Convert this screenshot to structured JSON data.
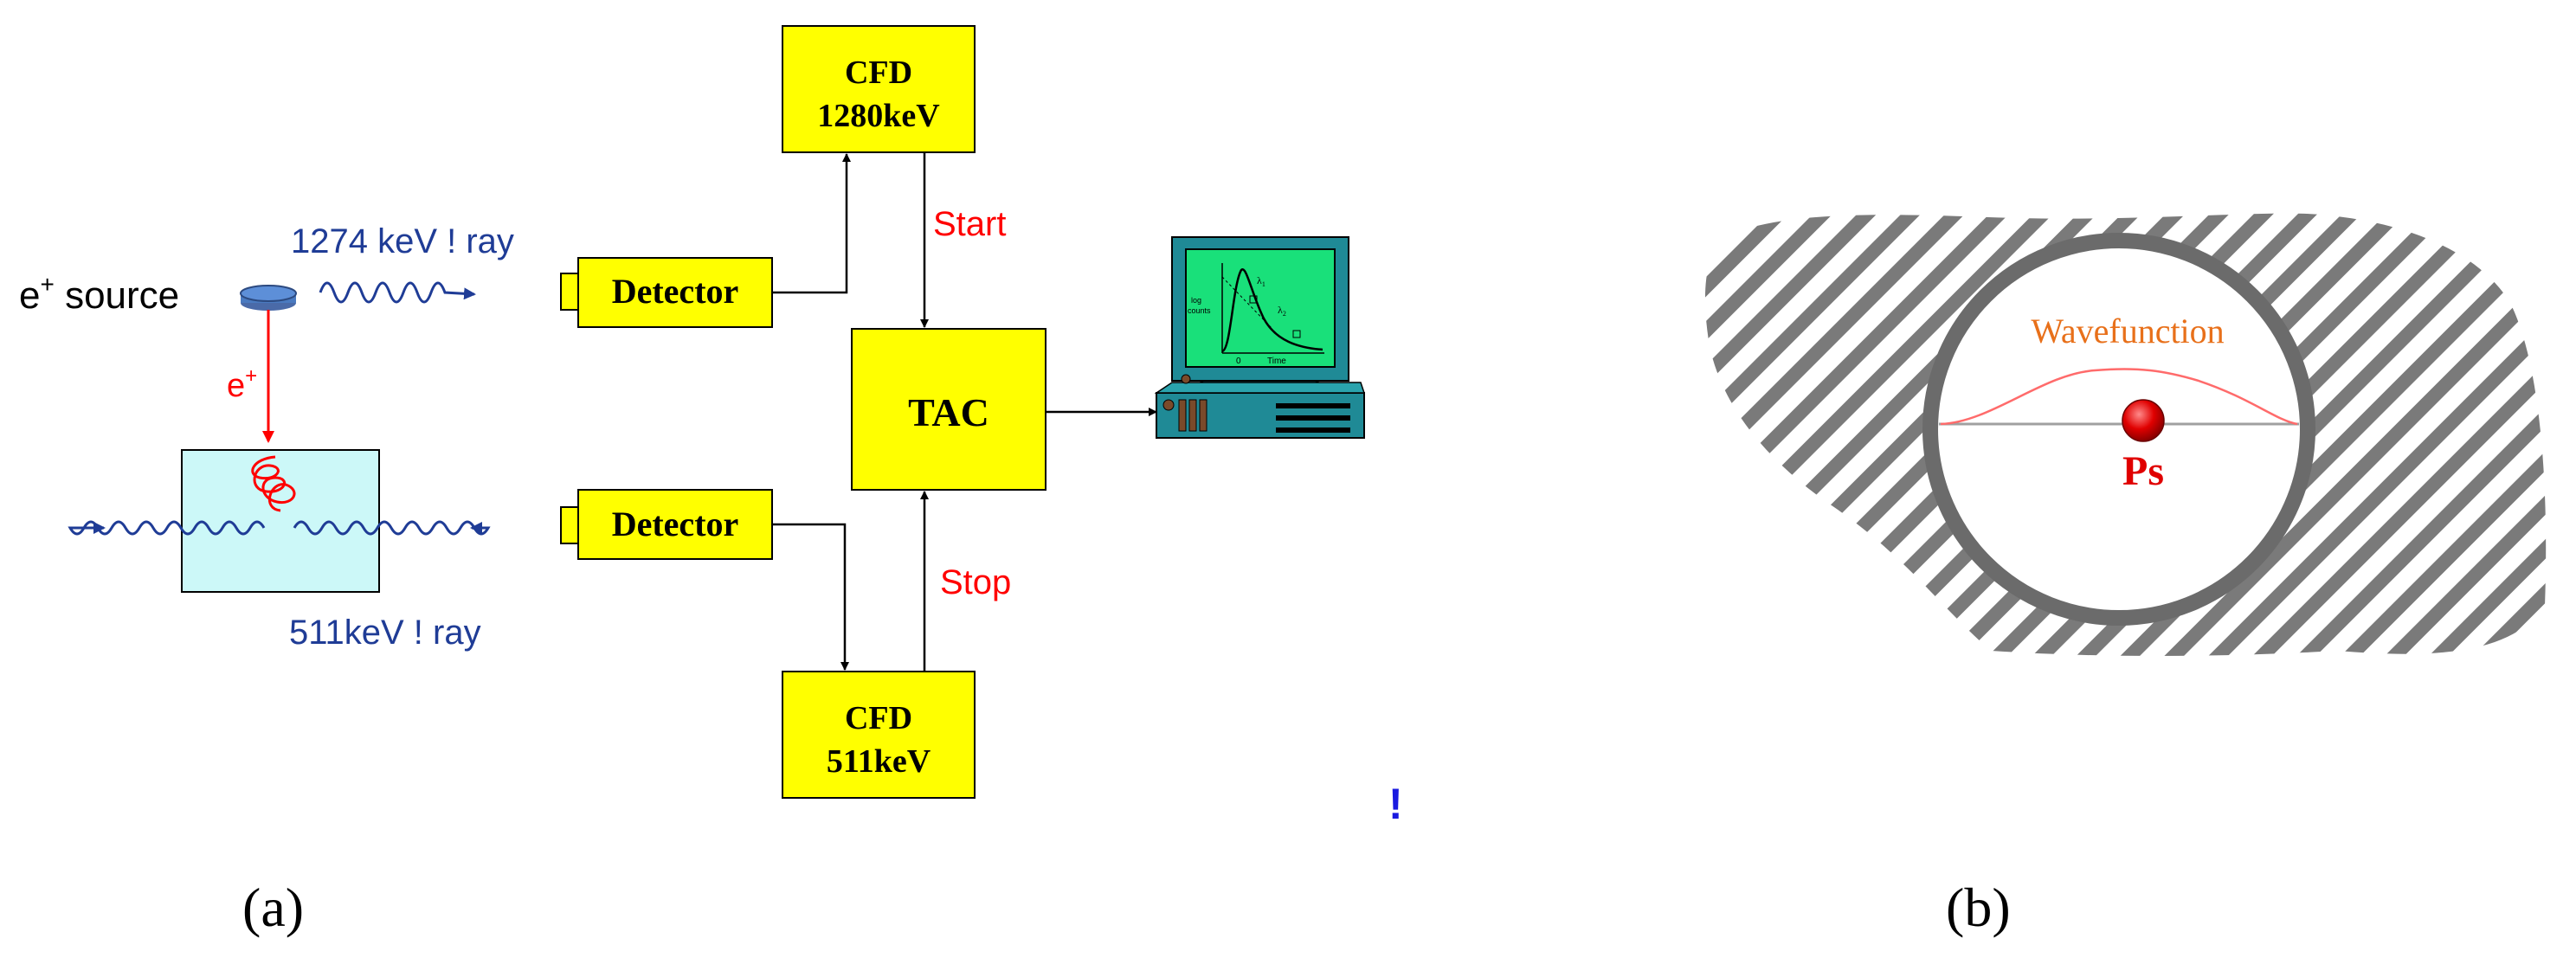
{
  "panel_a": {
    "source_label_base": "e",
    "source_label_sup": "+",
    "source_label_rest": " source",
    "positron_base": "e",
    "positron_sup": "+",
    "gamma_1274_label": "1274 keV ! ray",
    "gamma_511_label": "511keV ! ray",
    "detector_top_label": "Detector",
    "detector_bottom_label": "Detector",
    "cfd_top_line1": "CFD",
    "cfd_top_line2": "1280keV",
    "cfd_bottom_line1": "CFD",
    "cfd_bottom_line2": "511keV",
    "tac_label": "TAC",
    "start_label": "Start",
    "stop_label": "Stop",
    "stray_mark": "!",
    "caption": "(a)",
    "screen_plot": {
      "ylabel_line1": "log",
      "ylabel_line2": "counts",
      "xlabel": "Time",
      "origin_label": "0",
      "lambda1": "λ",
      "lambda2": "λ",
      "lambda1_sub": "1",
      "lambda2_sub": "2"
    }
  },
  "panel_b": {
    "wavefunction_label": "Wavefunction",
    "ps_label": "Ps",
    "caption": "(b)"
  },
  "colors": {
    "yellow_box": "#ffff00",
    "label_blue": "#1f3c96",
    "signal_red": "#ff0000",
    "wavefunction_orange": "#e8701a",
    "hatch_gray": "#7a7a7a",
    "ring_gray": "#6b6b6b",
    "computer_teal": "#1f8a96",
    "screen_green": "#19e07a",
    "sample_cyan": "#ccf8f8"
  }
}
